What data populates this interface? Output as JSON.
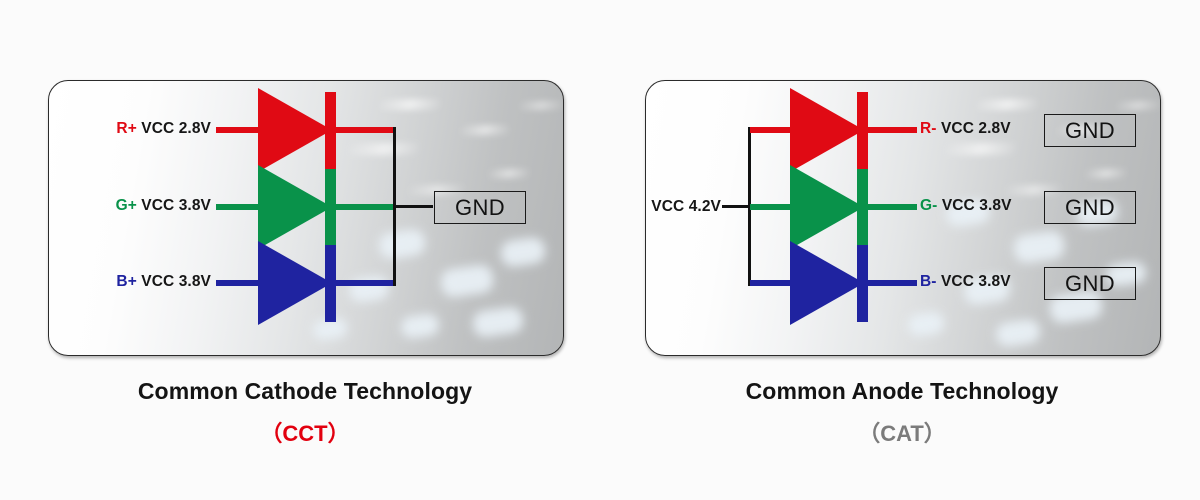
{
  "figure": {
    "title_implicit": "LED wiring comparison"
  },
  "panels": [
    {
      "id": "common-cathode",
      "caption_title": "Common Cathode Technology",
      "caption_abbr": "（CCT）",
      "abbr_color": "#e2000f",
      "common_rail_label": "GND",
      "rows": [
        {
          "pin": "R+",
          "text": " VCC 2.8V",
          "color": "#e00a14"
        },
        {
          "pin": "G+",
          "text": " VCC 3.8V",
          "color": "#09924a"
        },
        {
          "pin": "B+",
          "text": " VCC 3.8V",
          "color": "#1f23a0"
        }
      ]
    },
    {
      "id": "common-anode",
      "caption_title": "Common Anode Technology",
      "caption_abbr": "（CAT）",
      "abbr_color": "#7b7b7b",
      "supply_label": "VCC 4.2V",
      "rows": [
        {
          "pin": "R-",
          "text": " VCC 2.8V",
          "color": "#e00a14",
          "gnd": "GND"
        },
        {
          "pin": "G-",
          "text": " VCC 3.8V",
          "color": "#09924a",
          "gnd": "GND"
        },
        {
          "pin": "B-",
          "text": " VCC 3.8V",
          "color": "#1f23a0",
          "gnd": "GND"
        }
      ]
    }
  ],
  "colors": {
    "red": "#e00a14",
    "green": "#09924a",
    "blue": "#1f23a0",
    "wire_black": "#111111",
    "panel_border": "#2b2b2b"
  }
}
